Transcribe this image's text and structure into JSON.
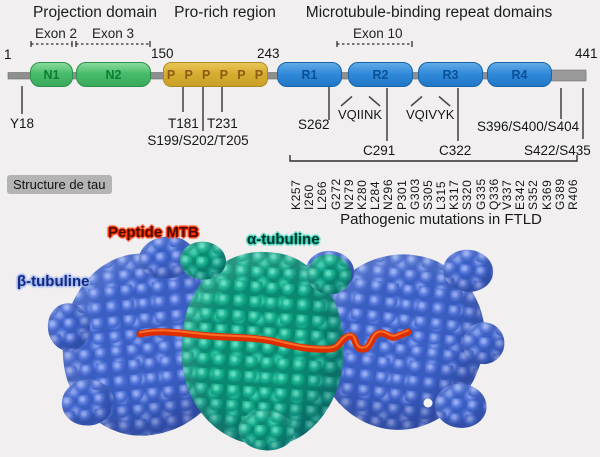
{
  "figure": {
    "titles": {
      "projection_domain": "Projection domain",
      "pro_rich_region": "Pro-rich region",
      "mtb_repeats": "Microtubule-binding repeat domains"
    },
    "exons": {
      "exon2": "Exon 2",
      "exon3": "Exon 3",
      "exon10": "Exon 10"
    },
    "residue_numbers": {
      "start": "1",
      "r150": "150",
      "r243": "243",
      "r441": "441"
    },
    "domains": [
      {
        "label": "N1"
      },
      {
        "label": "N2"
      },
      {
        "label": "P P P P P P"
      },
      {
        "label": "R1"
      },
      {
        "label": "R2"
      },
      {
        "label": "R3"
      },
      {
        "label": "R4"
      }
    ],
    "motifs": {
      "vqiink": "VQIINK",
      "vqivyk": "VQIVYK"
    },
    "phospho_sites": {
      "y18": "Y18",
      "t181": "T181",
      "t231": "T231",
      "s199_s202_t205": "S199/S202/T205",
      "s262": "S262",
      "c291": "C291",
      "c322": "C322",
      "s396_s400_s404": "S396/S400/S404",
      "s422_s435": "S422/S435"
    },
    "structure_label": "Structure de tau",
    "mutations": {
      "items": [
        "K257",
        "I260",
        "L266",
        "G272",
        "N279",
        "K280",
        "L284",
        "N296",
        "P301",
        "G303",
        "S305",
        "L315",
        "K317",
        "S320",
        "G335",
        "Q336",
        "V337",
        "E342",
        "S352",
        "K369",
        "G389",
        "R406"
      ],
      "caption": "Pathogenic mutations in FTLD"
    },
    "molecule_labels": {
      "peptide_mtb": "Peptide MTB",
      "alpha_tubulin": "α-tubuline",
      "beta_tubulin": "β-tubuline"
    },
    "colors": {
      "domain_green": "#45b969",
      "domain_gold": "#d5ab2f",
      "domain_blue": "#2e88d8",
      "tubulin_blue": "#4a6cd0",
      "tubulin_teal": "#10a386",
      "peptide_red": "#e03000",
      "backbone_gray": "#8f8f8f"
    }
  }
}
